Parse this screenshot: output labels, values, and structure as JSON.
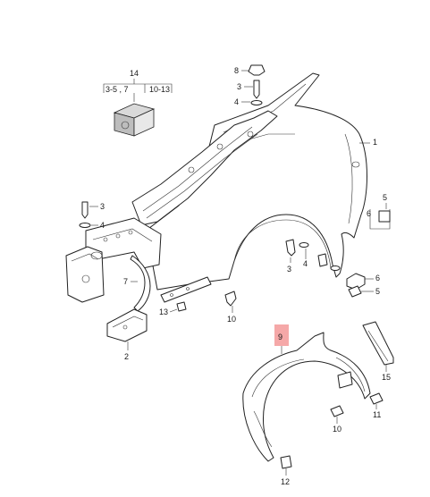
{
  "callouts": {
    "p1": "1",
    "p2": "2",
    "p3a": "3",
    "p3b": "3",
    "p3c": "3",
    "p4a": "4",
    "p4b": "4",
    "p4c": "4",
    "p5a": "5",
    "p5b": "5",
    "p6a": "6",
    "p6b": "6",
    "p7": "7",
    "p8": "8",
    "p9": "9",
    "p10a": "10",
    "p10b": "10",
    "p11": "11",
    "p12": "12",
    "p13": "13",
    "p14": "14",
    "p15": "15"
  },
  "kit_label": {
    "left": "3-5 , 7",
    "right": "10-13"
  },
  "colors": {
    "highlight": "#f28b8b",
    "line": "#222222"
  }
}
